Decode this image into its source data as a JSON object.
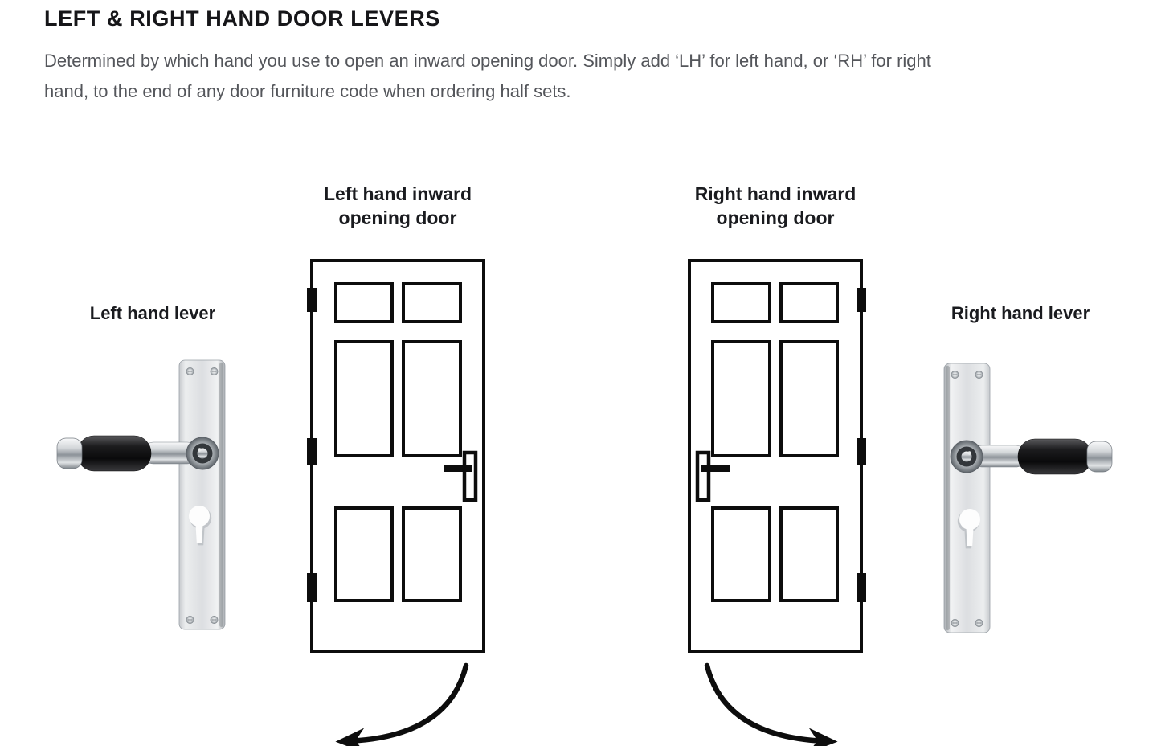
{
  "page": {
    "title": "LEFT & RIGHT HAND DOOR LEVERS",
    "intro": "Determined by which hand you use to open an inward opening door. Simply add ‘LH’ for left hand, or ‘RH’ for right\nhand, to the end of any door furniture code when ordering half sets."
  },
  "diagram": {
    "left_door_label": "Left hand inward\nopening door",
    "right_door_label": "Right hand inward\nopening door",
    "left_lever_label": "Left hand lever",
    "right_lever_label": "Right hand lever"
  },
  "colors": {
    "heading_text": "#161619",
    "body_text": "#54565b",
    "label_text": "#1a1b1f",
    "line_art": "#0d0d0d",
    "background": "#ffffff"
  }
}
